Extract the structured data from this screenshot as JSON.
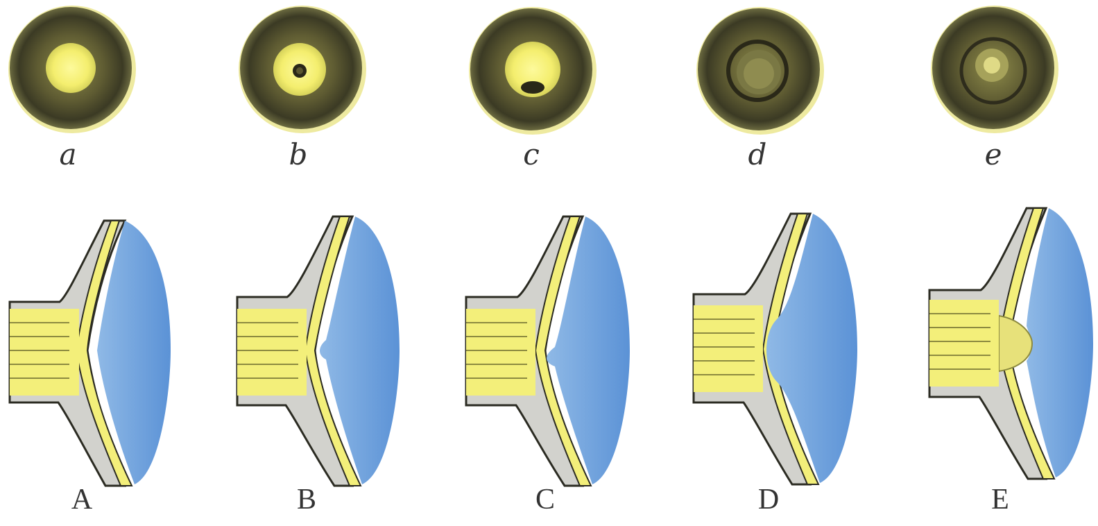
{
  "figure": {
    "top_labels": [
      "a",
      "b",
      "c",
      "d",
      "e"
    ],
    "bottom_labels": [
      "A",
      "B",
      "C",
      "D",
      "E"
    ],
    "colors": {
      "yellow": "#f3ef7a",
      "dark_olive": "#3d3b22",
      "grey_tissue": "#d2d2cd",
      "blue_vitreous": "#6fa2dc",
      "outline": "#2b2b22"
    }
  }
}
